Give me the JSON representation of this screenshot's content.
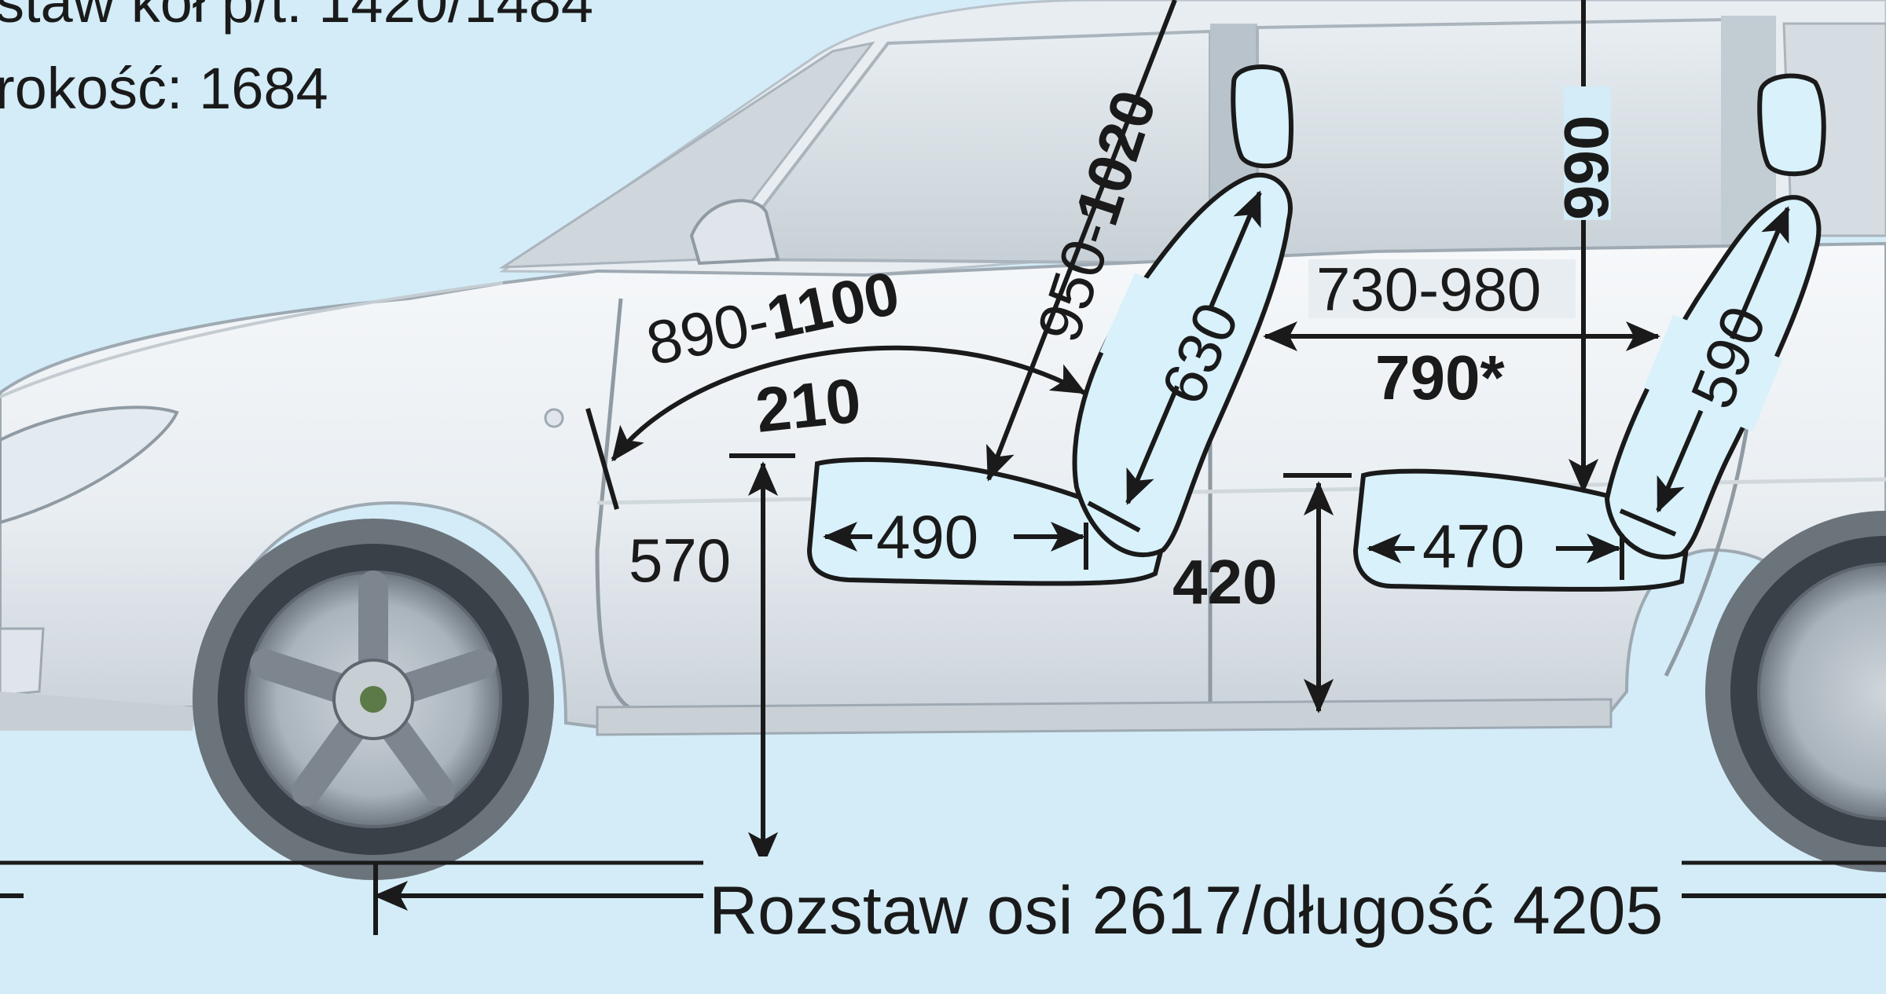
{
  "header": {
    "line1": "staw kół p/t: 1420/1484",
    "line2": "rokość: 1684"
  },
  "dimensions": {
    "knee_room_range_prefix": "890-",
    "knee_room_range_max": "1100",
    "front_headroom_prefix": "950-",
    "front_headroom_max": "1020",
    "front_backrest_length": "630",
    "rear_headroom": "990",
    "rear_legroom_range": "730-980",
    "rear_legroom_value": "790*",
    "rear_backrest_length": "590",
    "front_seat_depth": "490",
    "rear_seat_depth": "470",
    "sill_height_front": "210",
    "front_seat_height": "570",
    "rear_seat_height": "420"
  },
  "baseline": {
    "label": "Rozstaw osi 2617/długość 4205"
  },
  "colors": {
    "background": "#d3ecf8",
    "car_body": "#eef2f5",
    "seat_fill": "#d8f1fb",
    "line": "#1a1a1a"
  }
}
